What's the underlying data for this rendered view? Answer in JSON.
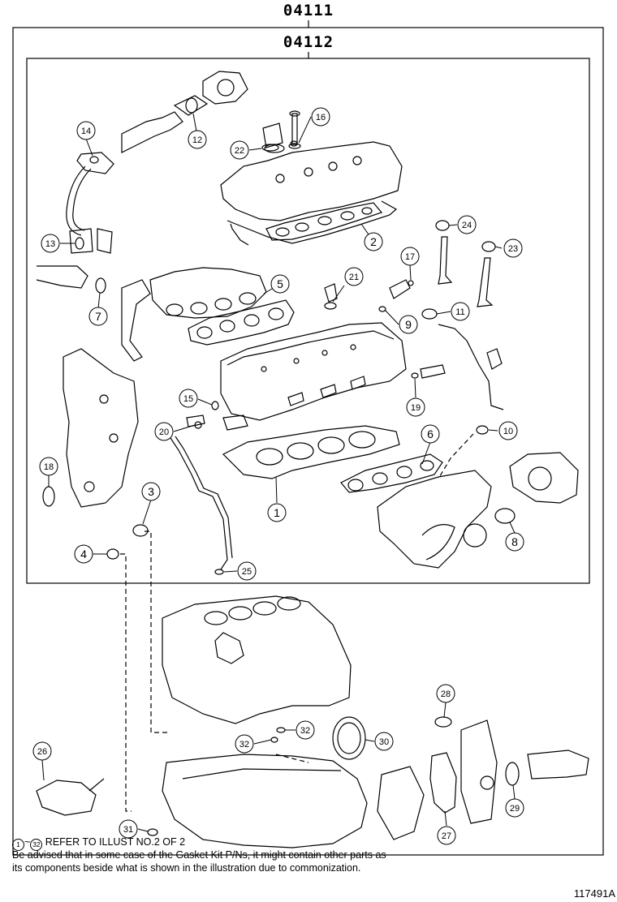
{
  "kit": {
    "outer_part_no": "04111",
    "inner_part_no": "04112"
  },
  "callouts": [
    "1",
    "2",
    "3",
    "4",
    "5",
    "6",
    "7",
    "8",
    "9",
    "10",
    "11",
    "12",
    "13",
    "14",
    "15",
    "16",
    "17",
    "18",
    "19",
    "20",
    "21",
    "22",
    "23",
    "24",
    "25",
    "26",
    "27",
    "28",
    "29",
    "30",
    "31",
    "32"
  ],
  "footer": {
    "range_start": "1",
    "range_tilde": "~",
    "range_end": "32",
    "refer_text": "REFER TO ILLUST NO.2 OF 2",
    "advice_line_1": "Be advised that in some case of the Gasket Kit P/Ns,  it might contain other parts as",
    "advice_line_2": "its components beside what is shown in the illustration due to commonization."
  },
  "illustration_id": "117491A"
}
